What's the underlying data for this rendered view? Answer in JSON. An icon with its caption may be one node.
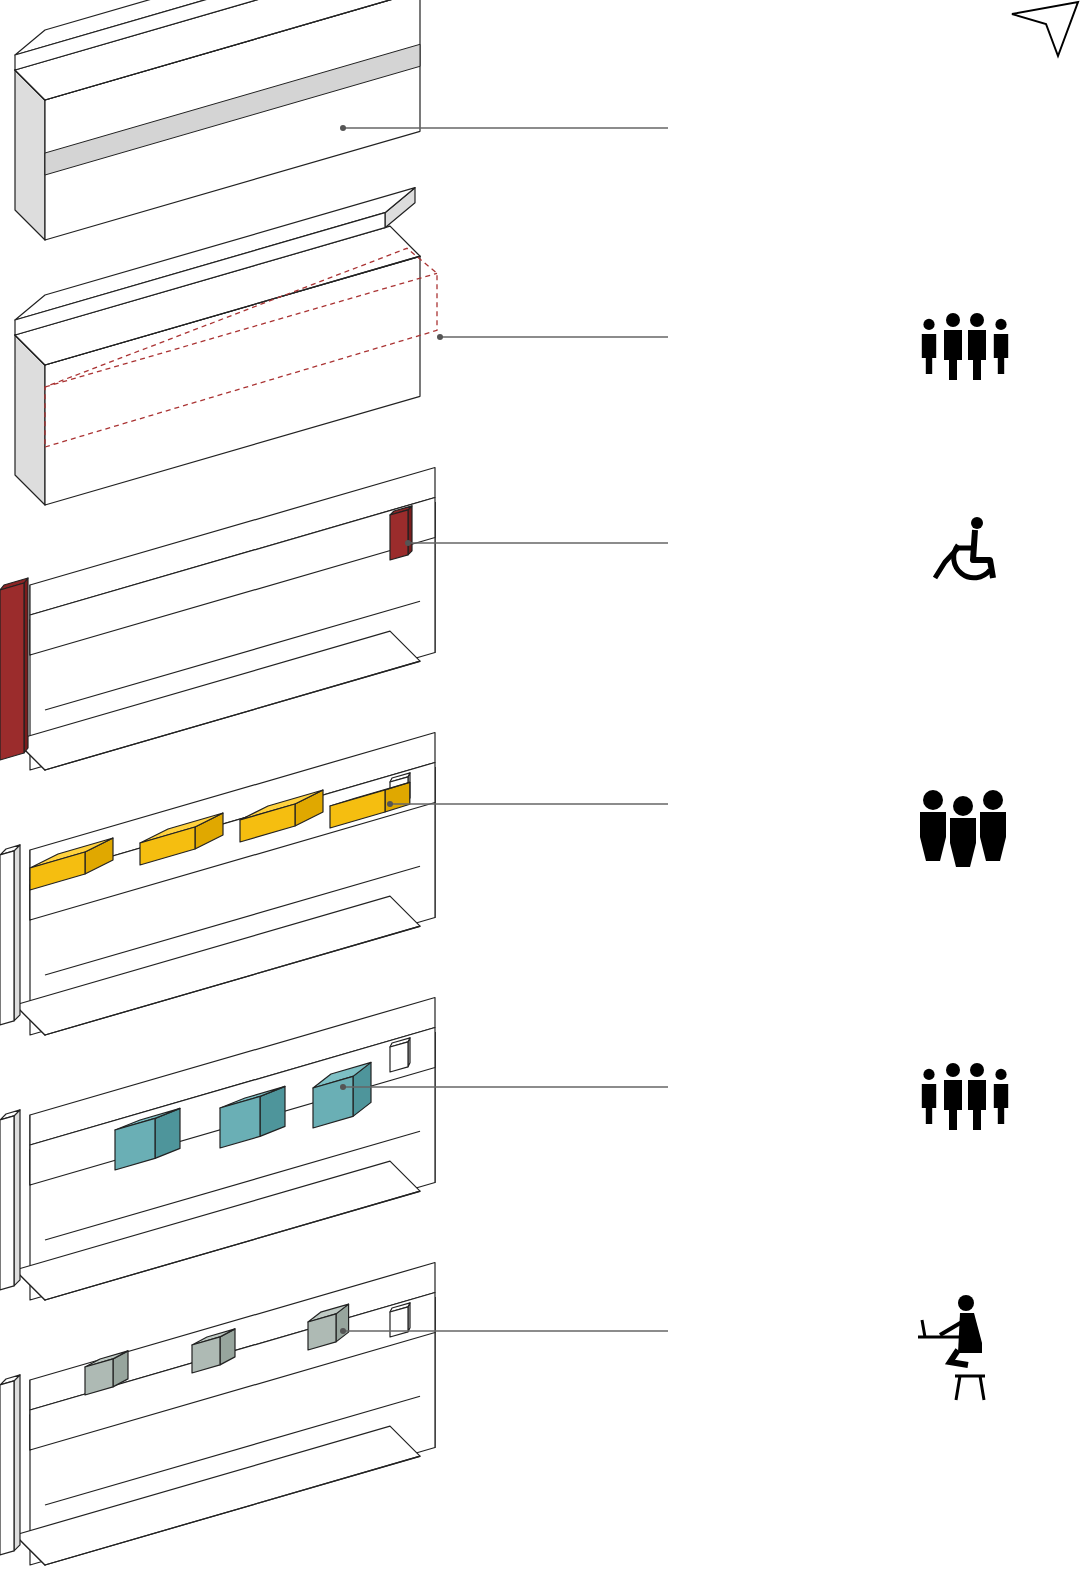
{
  "diagram": {
    "nodes": [
      {
        "text": [],
        "shape": "band"
      },
      {
        "text": [],
        "shape": "box"
      },
      {
        "text": [],
        "shape": "bar"
      },
      {
        "text": [],
        "shape": "box"
      },
      {
        "text": [],
        "shape": "box"
      },
      {
        "text": [],
        "shape": "box"
      }
    ],
    "edges": [
      {
        "from": null,
        "to": 0,
        "arrow": "other"
      },
      {
        "from": null,
        "to": 1,
        "arrow": "other"
      },
      {
        "from": null,
        "to": 2,
        "arrow": "other"
      },
      {
        "from": null,
        "to": 3,
        "arrow": "other"
      },
      {
        "from": null,
        "to": 4,
        "arrow": "other"
      },
      {
        "from": null,
        "to": 5,
        "arrow": "other"
      }
    ]
  }
}
